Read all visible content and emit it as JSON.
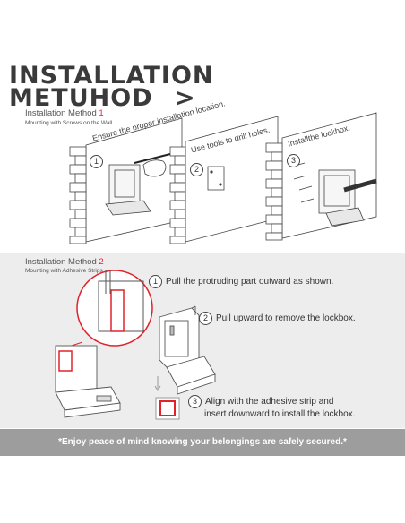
{
  "title_line1": "INSTALLATION",
  "title_line2": "METUHOD",
  "title_arrow": ">",
  "method1": {
    "title": "Installation Method",
    "number": "1",
    "subtitle": "Mounting with Screws on the Wall",
    "panels": [
      {
        "num": "1",
        "text": "Ensure the proper installation location."
      },
      {
        "num": "2",
        "text": "Use tools to drill holes."
      },
      {
        "num": "3",
        "text": "Installthe lockbox."
      }
    ]
  },
  "method2": {
    "title": "Installation Method",
    "number": "2",
    "subtitle": "Mounting with Adhesive Strips",
    "steps": [
      {
        "num": "1",
        "text": "Pull the protruding part outward as shown."
      },
      {
        "num": "2",
        "text": "Pull upward to remove the lockbox."
      },
      {
        "num": "3",
        "text_line1": "Align with the adhesive strip and",
        "text_line2": "insert downward to install the lockbox."
      }
    ]
  },
  "banner": "*Enjoy peace of mind knowing your belongings are safely secured.*",
  "colors": {
    "accent": "#e0222c",
    "banner": "#9d9d9d",
    "panel_bg": "#ededed"
  }
}
